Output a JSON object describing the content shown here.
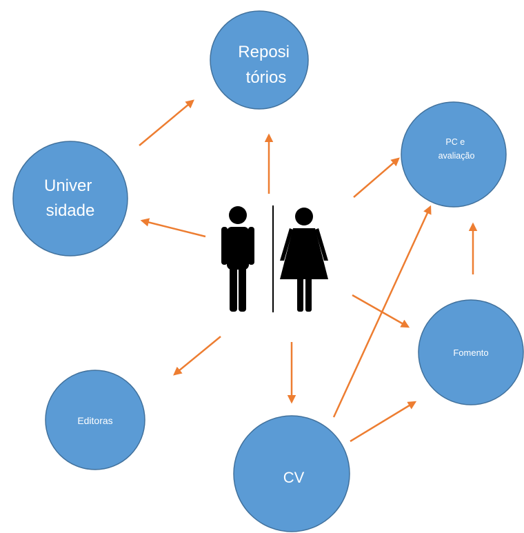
{
  "nodes": {
    "repositorios": {
      "lines": [
        "Reposi",
        "tórios"
      ]
    },
    "universidade": {
      "lines": [
        "Univer",
        "sidade"
      ]
    },
    "pc_avaliacao": {
      "lines": [
        "PC e",
        "avaliação"
      ]
    },
    "fomento": {
      "lines": [
        "Fomento"
      ]
    },
    "editoras": {
      "lines": [
        "Editoras"
      ]
    },
    "cv": {
      "lines": [
        "CV"
      ]
    }
  },
  "colors": {
    "node_fill": "#5B9BD5",
    "node_stroke": "#41719C",
    "arrow": "#ED7D31",
    "figure": "#000000"
  },
  "icons": {
    "center": "man-woman-restroom-icon"
  }
}
